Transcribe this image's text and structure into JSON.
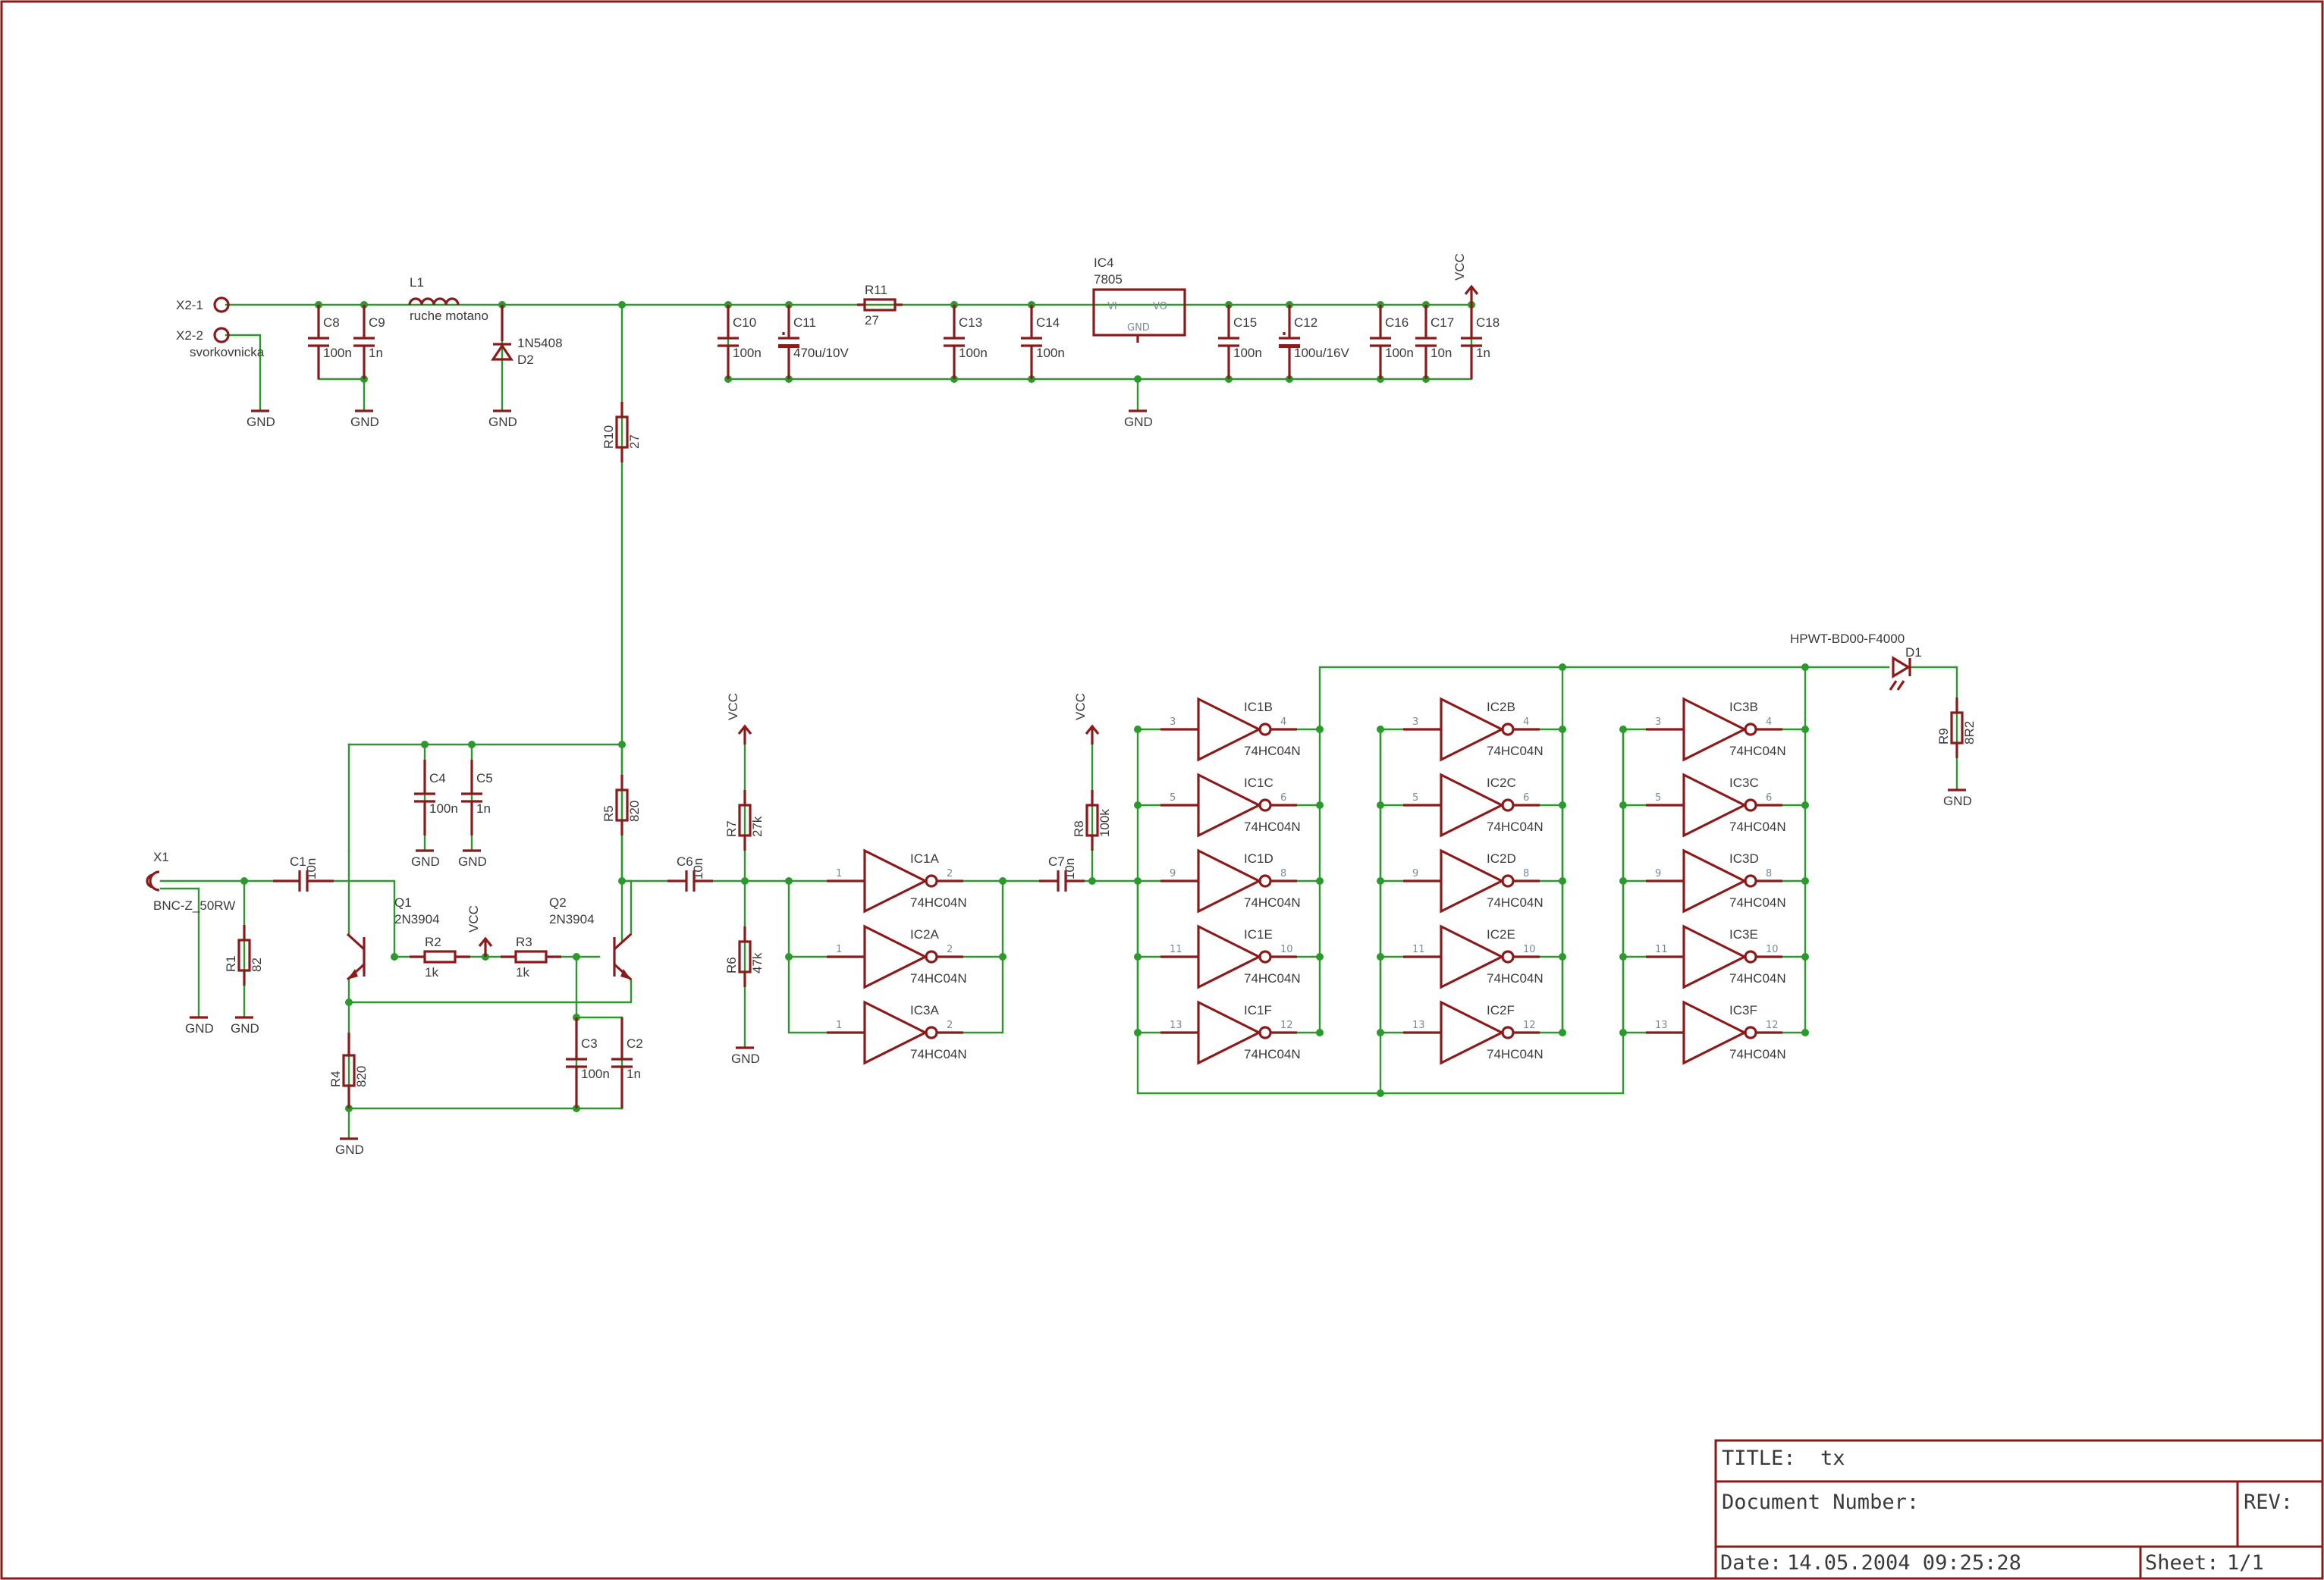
{
  "title_block": {
    "title_label": "TITLE:",
    "title_value": "tx",
    "document_label": "Document Number:",
    "rev_label": "REV:",
    "date_label": "Date:",
    "date_value": "14.05.2004 09:25:28",
    "sheet_label": "Sheet:",
    "sheet_value": "1/1"
  },
  "colors": {
    "wire": "#2a9a2a",
    "symbol": "#8b1a1a",
    "text": "#3a3a3a",
    "pin": "#7a8a98"
  },
  "connectors": {
    "x2_1": "X2-1",
    "x2_2": "X2-2",
    "x2_note": "svorkovnicka",
    "x1": "X1",
    "x1_value": "BNC-Z_50RW"
  },
  "power_section": {
    "l1": "L1",
    "l1_value": "ruche motano",
    "d2": "D2",
    "d2_value": "1N5408",
    "c8": "C8",
    "c8_value": "100n",
    "c9": "C9",
    "c9_value": "1n",
    "c10": "C10",
    "c10_value": "100n",
    "c11": "C11",
    "c11_value": "470u/10V",
    "r11": "R11",
    "r11_value": "27",
    "c13": "C13",
    "c13_value": "100n",
    "c14": "C14",
    "c14_value": "100n",
    "ic4": "IC4",
    "ic4_value": "7805",
    "ic4_vi": "VI",
    "ic4_vo": "VO",
    "ic4_gnd": "GND",
    "c15": "C15",
    "c15_value": "100n",
    "c12": "C12",
    "c12_value": "100u/16V",
    "c16": "C16",
    "c16_value": "100n",
    "c17": "C17",
    "c17_value": "10n",
    "c18": "C18",
    "c18_value": "1n",
    "r10": "R10",
    "r10_value": "27"
  },
  "oscillator": {
    "c1": "C1",
    "c1_value": "10n",
    "r1": "R1",
    "r1_value": "82",
    "q1": "Q1",
    "q1_value": "2N3904",
    "q2": "Q2",
    "q2_value": "2N3904",
    "r2": "R2",
    "r2_value": "1k",
    "r3": "R3",
    "r3_value": "1k",
    "c4": "C4",
    "c4_value": "100n",
    "c5": "C5",
    "c5_value": "1n",
    "r5": "R5",
    "r5_value": "820",
    "r4": "R4",
    "r4_value": "820",
    "c3": "C3",
    "c3_value": "100n",
    "c2": "C2",
    "c2_value": "1n",
    "c6": "C6",
    "c6_value": "10n",
    "r7": "R7",
    "r7_value": "27k",
    "r6": "R6",
    "r6_value": "47k",
    "c7": "C7",
    "c7_value": "10n",
    "r8": "R8",
    "r8_value": "100k"
  },
  "driver": {
    "d1": "D1",
    "d1_value": "HPWT-BD00-F4000",
    "r9": "R9",
    "r9_value": "8R2"
  },
  "supply_labels": {
    "gnd": "GND",
    "vcc": "VCC"
  },
  "inverter_part": "74HC04N"
}
